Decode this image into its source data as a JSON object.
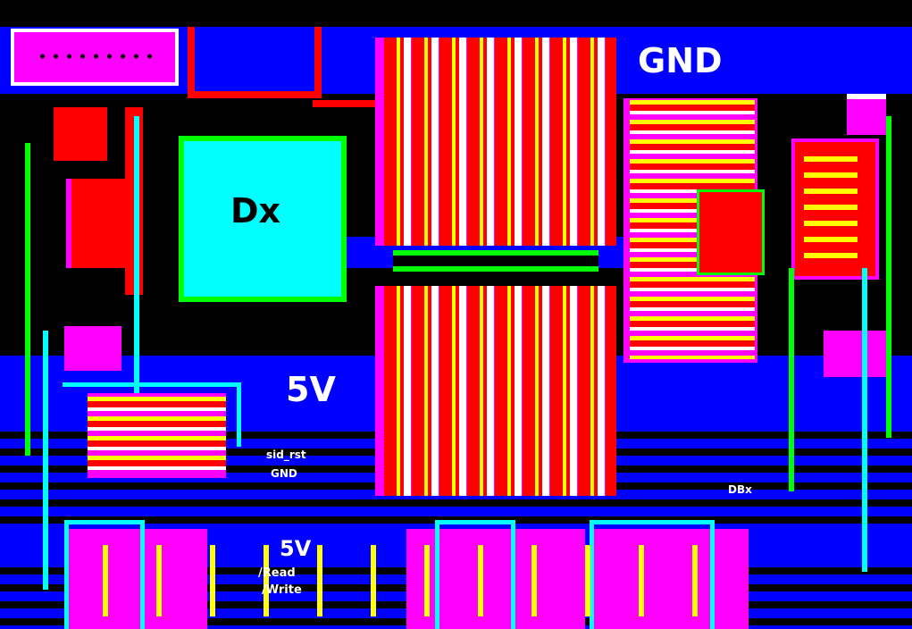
{
  "labels": {
    "gnd_top": "GND",
    "dx": "Dx",
    "v5_mid": "5V",
    "sid_rst": "sid_rst",
    "gnd_small": "GND",
    "dbx": "DBx",
    "v5_bottom": "5V",
    "read": "/Read",
    "write": "/Write"
  },
  "colors": {
    "copper_bottom": "#0000ff",
    "copper_top": "#ff0000",
    "pad": "#ff00ff",
    "silk": "#ffffff",
    "trace_green": "#00ff00",
    "trace_cyan": "#00ffff"
  }
}
